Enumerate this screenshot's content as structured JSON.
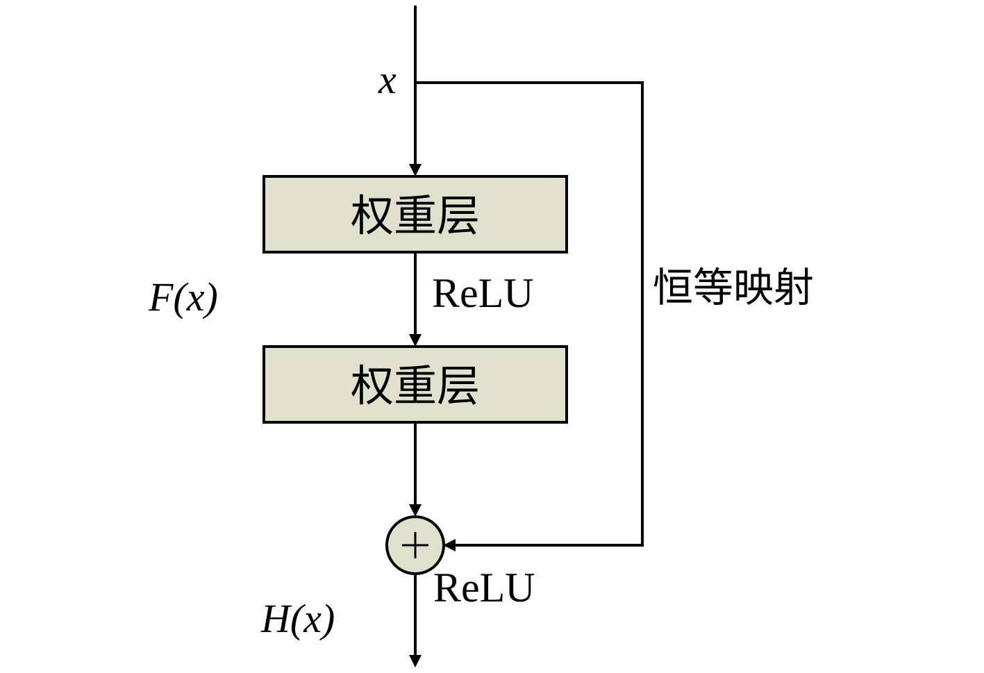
{
  "input_label": "x",
  "residual_label": "F(x)",
  "output_label": "H(x)",
  "shortcut_label": "恒等映射",
  "blocks": [
    {
      "label": "权重层"
    },
    {
      "label": "权重层"
    }
  ],
  "activations": {
    "between_layers": "ReLU",
    "after_add": "ReLU"
  },
  "add_node_symbol": "+",
  "colors": {
    "block_fill": "#dfe1cc",
    "stroke": "#000000",
    "background": "#ffffff"
  }
}
